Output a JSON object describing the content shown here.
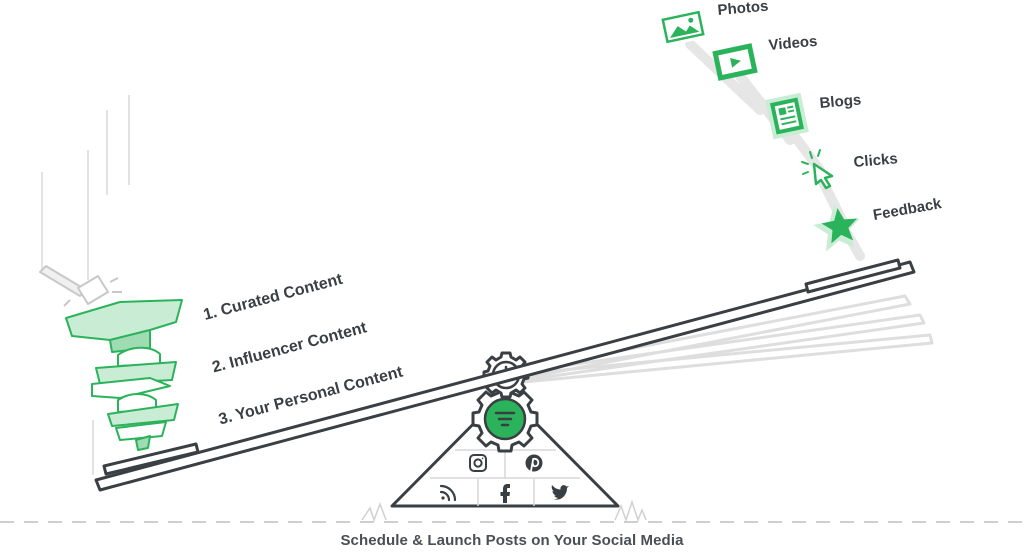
{
  "colors": {
    "green": "#2bb35b",
    "green_light": "#d6f1df",
    "ink": "#3a3f44",
    "ghost": "#dcdcdc"
  },
  "content_list": [
    {
      "label": "1. Curated Content"
    },
    {
      "label": "2. Influencer Content"
    },
    {
      "label": "3. Your Personal Content"
    }
  ],
  "outputs": [
    {
      "label": "Photos",
      "icon": "photo-icon"
    },
    {
      "label": "Videos",
      "icon": "video-icon"
    },
    {
      "label": "Blogs",
      "icon": "blog-icon"
    },
    {
      "label": "Clicks",
      "icon": "cursor-click-icon"
    },
    {
      "label": "Feedback",
      "icon": "star-icon"
    }
  ],
  "fulcrum": {
    "gear_top_icon": "clock-icon",
    "gear_bottom_icon": "chat-menu-icon",
    "pyramid_icons": [
      "instagram-icon",
      "pinterest-icon",
      "rss-icon",
      "facebook-icon",
      "twitter-icon"
    ]
  },
  "caption": "Schedule & Launch Posts on Your Social Media"
}
